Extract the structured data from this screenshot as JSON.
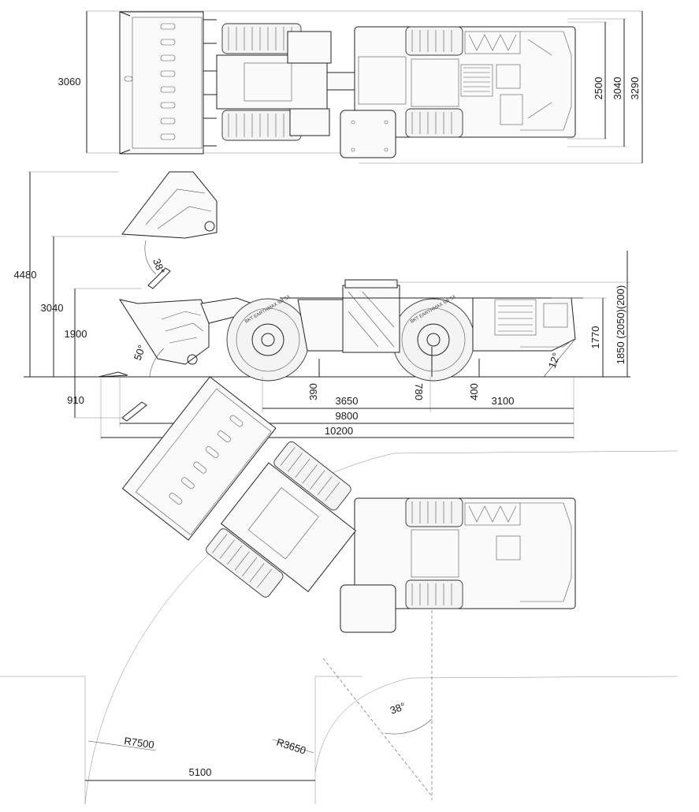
{
  "top_view": {
    "width_labels": [
      "3060",
      "2500",
      "3040",
      "3290"
    ]
  },
  "side_view": {
    "height_labels": [
      "4480",
      "3040",
      "1900",
      "910"
    ],
    "angle_labels": [
      "38°",
      "50°",
      "12°"
    ],
    "right_labels": [
      "1770",
      "1850 (2050)(200)"
    ],
    "clearance_labels": [
      "390",
      "780",
      "400"
    ],
    "length_labels": [
      "3650",
      "3100",
      "9800",
      "10200"
    ],
    "tyre_text": "BKT EARTHMAX SR 53"
  },
  "turning_view": {
    "angle_label": "38°",
    "outer_radius": "R7500",
    "inner_radius": "R3650",
    "width_label": "5100"
  },
  "colors": {
    "line": "#222222",
    "paper": "#ffffff"
  }
}
